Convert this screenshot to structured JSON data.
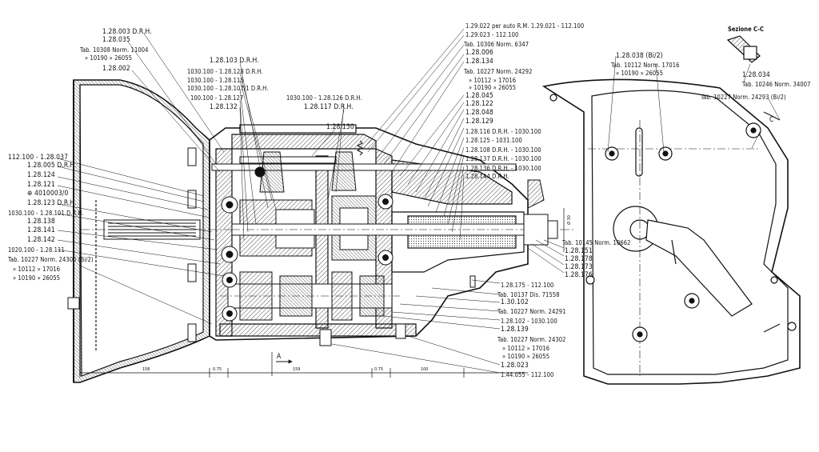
{
  "section_title": "Sezione C-C",
  "left_labels": [
    {
      "id": "l1",
      "text": "1.28.003 D.R.H."
    },
    {
      "id": "l2",
      "text": "1.28.035"
    },
    {
      "id": "l3",
      "text": "Tab. 10308  Norm. 11004"
    },
    {
      "id": "l4",
      "text": "»  10190   »   26055"
    },
    {
      "id": "l5",
      "text": "1.28.002"
    },
    {
      "id": "l6",
      "text": "112.100 - 1.28.037"
    },
    {
      "id": "l7",
      "text": "1.28.005 D.R.H."
    },
    {
      "id": "l8",
      "text": "1.28.124"
    },
    {
      "id": "l9",
      "text": "1.28.121"
    },
    {
      "id": "l10",
      "text": "⊕ 4010003/0"
    },
    {
      "id": "l11",
      "text": "1.28.123 D.R.H."
    },
    {
      "id": "l12",
      "text": "1030.100 - 1.28.101 D.R.H."
    },
    {
      "id": "l13",
      "text": "1.28.138"
    },
    {
      "id": "l14",
      "text": "1.28.141"
    },
    {
      "id": "l15",
      "text": "1.28.142"
    },
    {
      "id": "l16",
      "text": "1020.100 - 1.28.111"
    },
    {
      "id": "l17",
      "text": "Tab. 10227  Norm. 24300 (Bi/2)"
    },
    {
      "id": "l18",
      "text": "»  10112   »   17016"
    },
    {
      "id": "l19",
      "text": "»  10190   »   26055"
    }
  ],
  "upper_middle_labels": [
    {
      "id": "m1",
      "text": "1.28.103 D.R.H."
    },
    {
      "id": "m2",
      "text": "1030.100 - 1.28.128 D.R.H."
    },
    {
      "id": "m3",
      "text": "1030.100 - 1.28.115"
    },
    {
      "id": "m4",
      "text": "1030.100 - 1.28.107/1 D.R.H."
    },
    {
      "id": "m5",
      "text": "100.100 - 1.28.127"
    },
    {
      "id": "m6",
      "text": "1.28.132"
    },
    {
      "id": "m7",
      "text": "1030.100 - 1.28.126 D.R.H."
    },
    {
      "id": "m8",
      "text": "1.28.117 D.R.H."
    },
    {
      "id": "m9",
      "text": "1.28.130"
    }
  ],
  "right_column_labels": [
    {
      "id": "r1",
      "text": "1.29.022  per auto R.M. 1.29.021 - 112.100"
    },
    {
      "id": "r2",
      "text": "1.29.023 - 112.100"
    },
    {
      "id": "r3",
      "text": "Tab. 10306  Norm. 6347"
    },
    {
      "id": "r4",
      "text": "1.28.006"
    },
    {
      "id": "r5",
      "text": "1.28.134"
    },
    {
      "id": "r6",
      "text": "Tab. 10227  Norm. 24292"
    },
    {
      "id": "r7",
      "text": "»  10112   »   17016"
    },
    {
      "id": "r8",
      "text": "»  10190   »   26055"
    },
    {
      "id": "r9",
      "text": "1.28.045"
    },
    {
      "id": "r10",
      "text": "1.28.122"
    },
    {
      "id": "r11",
      "text": "1.28.048"
    },
    {
      "id": "r12",
      "text": "1.28.129"
    },
    {
      "id": "r13",
      "text": "1.28.116 D.R.H. - 1030.100"
    },
    {
      "id": "r14",
      "text": "1.28.125 - 1031.100"
    },
    {
      "id": "r15",
      "text": "1.28.108 D.R.H. - 1030.100"
    },
    {
      "id": "r16",
      "text": "1.28.137 D.R.H. - 1030.100"
    },
    {
      "id": "r17",
      "text": "1.28.136 D.R.H. - 1030.100"
    },
    {
      "id": "r18",
      "text": "1.28.144 D.R.H."
    }
  ],
  "lower_right_labels": [
    {
      "id": "b1",
      "text": "Tab. 10145  Norm. 10662"
    },
    {
      "id": "b2",
      "text": "1.28.151"
    },
    {
      "id": "b3",
      "text": "1.28.178"
    },
    {
      "id": "b4",
      "text": "1.28.173"
    },
    {
      "id": "b5",
      "text": "1.28.176"
    },
    {
      "id": "b6",
      "text": "1.28.175 - 112.100"
    },
    {
      "id": "b7",
      "text": "Tab. 10137  Dis. 71558"
    },
    {
      "id": "b8",
      "text": "1.30.102"
    },
    {
      "id": "b9",
      "text": "Tab. 10227  Norm. 24291"
    },
    {
      "id": "b10",
      "text": "1.28.102 - 1030.100"
    },
    {
      "id": "b11",
      "text": "1.28.139"
    },
    {
      "id": "b12",
      "text": "Tab. 10227  Norm. 24302"
    },
    {
      "id": "b13",
      "text": "»  10112   »   17016"
    },
    {
      "id": "b14",
      "text": "»  10190   »   26055"
    },
    {
      "id": "b15",
      "text": "1.28.023"
    },
    {
      "id": "b16",
      "text": "1.44.055 - 112.100"
    }
  ],
  "section_labels": [
    {
      "id": "s1",
      "text": "1.28.038 (Bi/2)"
    },
    {
      "id": "s2",
      "text": "Tab. 10112  Norm. 17016"
    },
    {
      "id": "s3",
      "text": "»  10190   »   26055"
    },
    {
      "id": "s4",
      "text": "1.28.034"
    },
    {
      "id": "s5",
      "text": "Tab. 10246  Norm. 34007"
    },
    {
      "id": "s6",
      "text": "Tab. 10227  Norm. 24293 (Bi/2)"
    }
  ],
  "dimensions": [
    {
      "id": "d1",
      "text": "158"
    },
    {
      "id": "d2",
      "text": "0.75"
    },
    {
      "id": "d3",
      "text": "159"
    },
    {
      "id": "d4",
      "text": "0.75"
    },
    {
      "id": "d5",
      "text": "100"
    },
    {
      "id": "d6",
      "text": "Ø 30"
    }
  ],
  "section_mark": "A",
  "section_mark_c": "C"
}
